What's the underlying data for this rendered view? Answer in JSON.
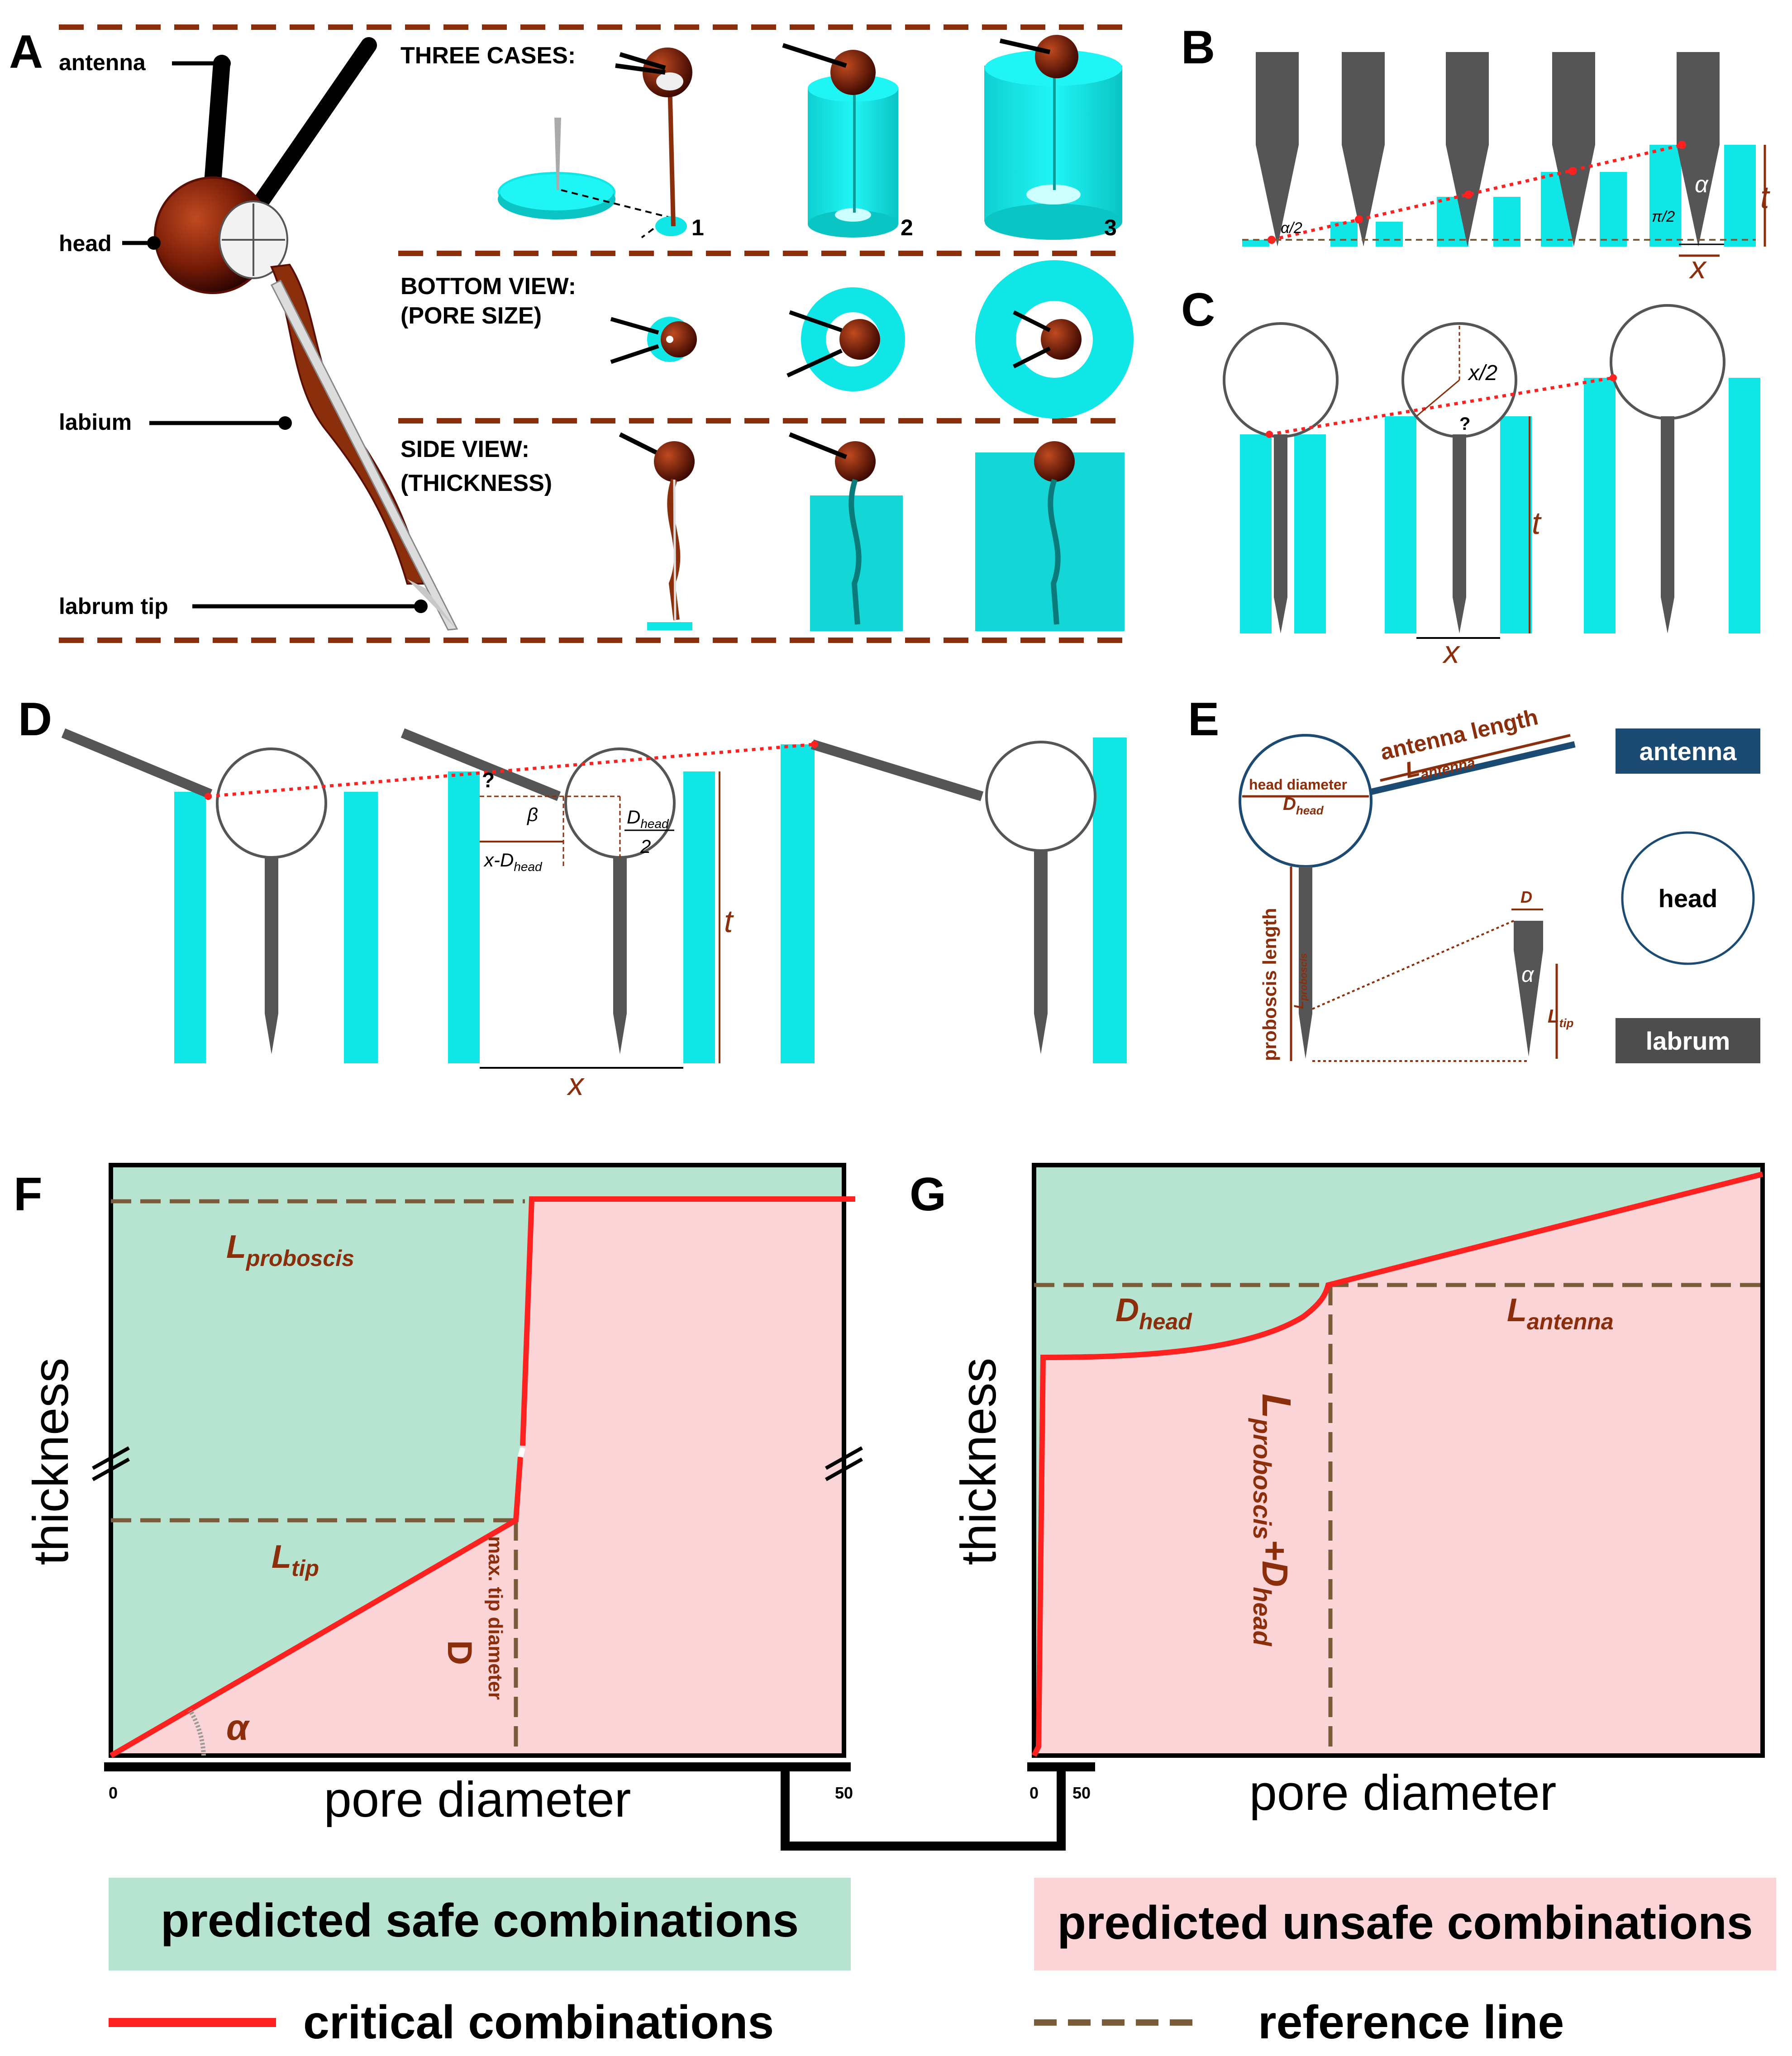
{
  "panelA": {
    "letter": "A",
    "labels": {
      "antenna": "antenna",
      "head": "head",
      "labium": "labium",
      "labrum_tip": "labrum tip"
    },
    "headers": {
      "three_cases": "THREE CASES:",
      "bottom_view_1": "BOTTOM VIEW:",
      "bottom_view_2": "(PORE SIZE)",
      "side_view_1": "SIDE VIEW:",
      "side_view_2": "(THICKNESS)"
    },
    "case_numbers": [
      "1",
      "2",
      "3"
    ]
  },
  "panelB": {
    "letter": "B",
    "alpha": "α",
    "alpha_half": "α/2",
    "pi_half": "π/2",
    "t": "t",
    "x": "x"
  },
  "panelC": {
    "letter": "C",
    "x_half": "x/2",
    "q": "?",
    "t": "t",
    "x": "x"
  },
  "panelD": {
    "letter": "D",
    "q": "?",
    "beta": "β",
    "x_minus": "x-D",
    "x_minus_sub": "head",
    "d_head": "D",
    "d_head_sub": "head",
    "two": "2",
    "t": "t",
    "x": "x"
  },
  "panelE": {
    "letter": "E",
    "antenna_length": "antenna length",
    "l_antenna": "L",
    "l_antenna_sub": "antenna",
    "head_diameter": "head diameter",
    "d_head": "D",
    "d_head_sub": "head",
    "proboscis_length": "proboscis length",
    "l_proboscis": "L",
    "l_proboscis_sub": "proboscis",
    "d": "D",
    "alpha": "α",
    "l_tip": "L",
    "l_tip_sub": "tip",
    "legend": {
      "antenna": "antenna",
      "head": "head",
      "labrum": "labrum"
    },
    "colors": {
      "antenna": "#1B4B72",
      "labrum": "#4D4D4D"
    }
  },
  "panelF": {
    "letter": "F",
    "ylabel": "thickness",
    "xlabel": "pore diameter",
    "x_min": "0",
    "x_max": "50",
    "l_proboscis": "L",
    "l_proboscis_sub": "proboscis",
    "l_tip": "L",
    "l_tip_sub": "tip",
    "max_tip_diameter": "max. tip diameter",
    "d": "D",
    "alpha": "α"
  },
  "panelG": {
    "letter": "G",
    "ylabel": "thickness",
    "xlabel": "pore diameter",
    "x_min": "0",
    "x_max": "50",
    "d_head": "D",
    "d_head_sub": "head",
    "l_antenna": "L",
    "l_antenna_sub": "antenna",
    "l_proboscis": "L",
    "l_proboscis_sub": "proboscis",
    "plus_d_head": "+D",
    "plus_d_head_sub": "head"
  },
  "legend": {
    "safe": "predicted safe combinations",
    "unsafe": "predicted unsafe combinations",
    "critical": "critical combinations",
    "reference": "reference line"
  },
  "colors": {
    "safe": "#B7E4D0",
    "unsafe": "#FAD4D6",
    "critical": "#FF2020",
    "reference": "#7A5B3A",
    "cyan": "#10E6E6",
    "dark_red": "#8B2E0B"
  }
}
